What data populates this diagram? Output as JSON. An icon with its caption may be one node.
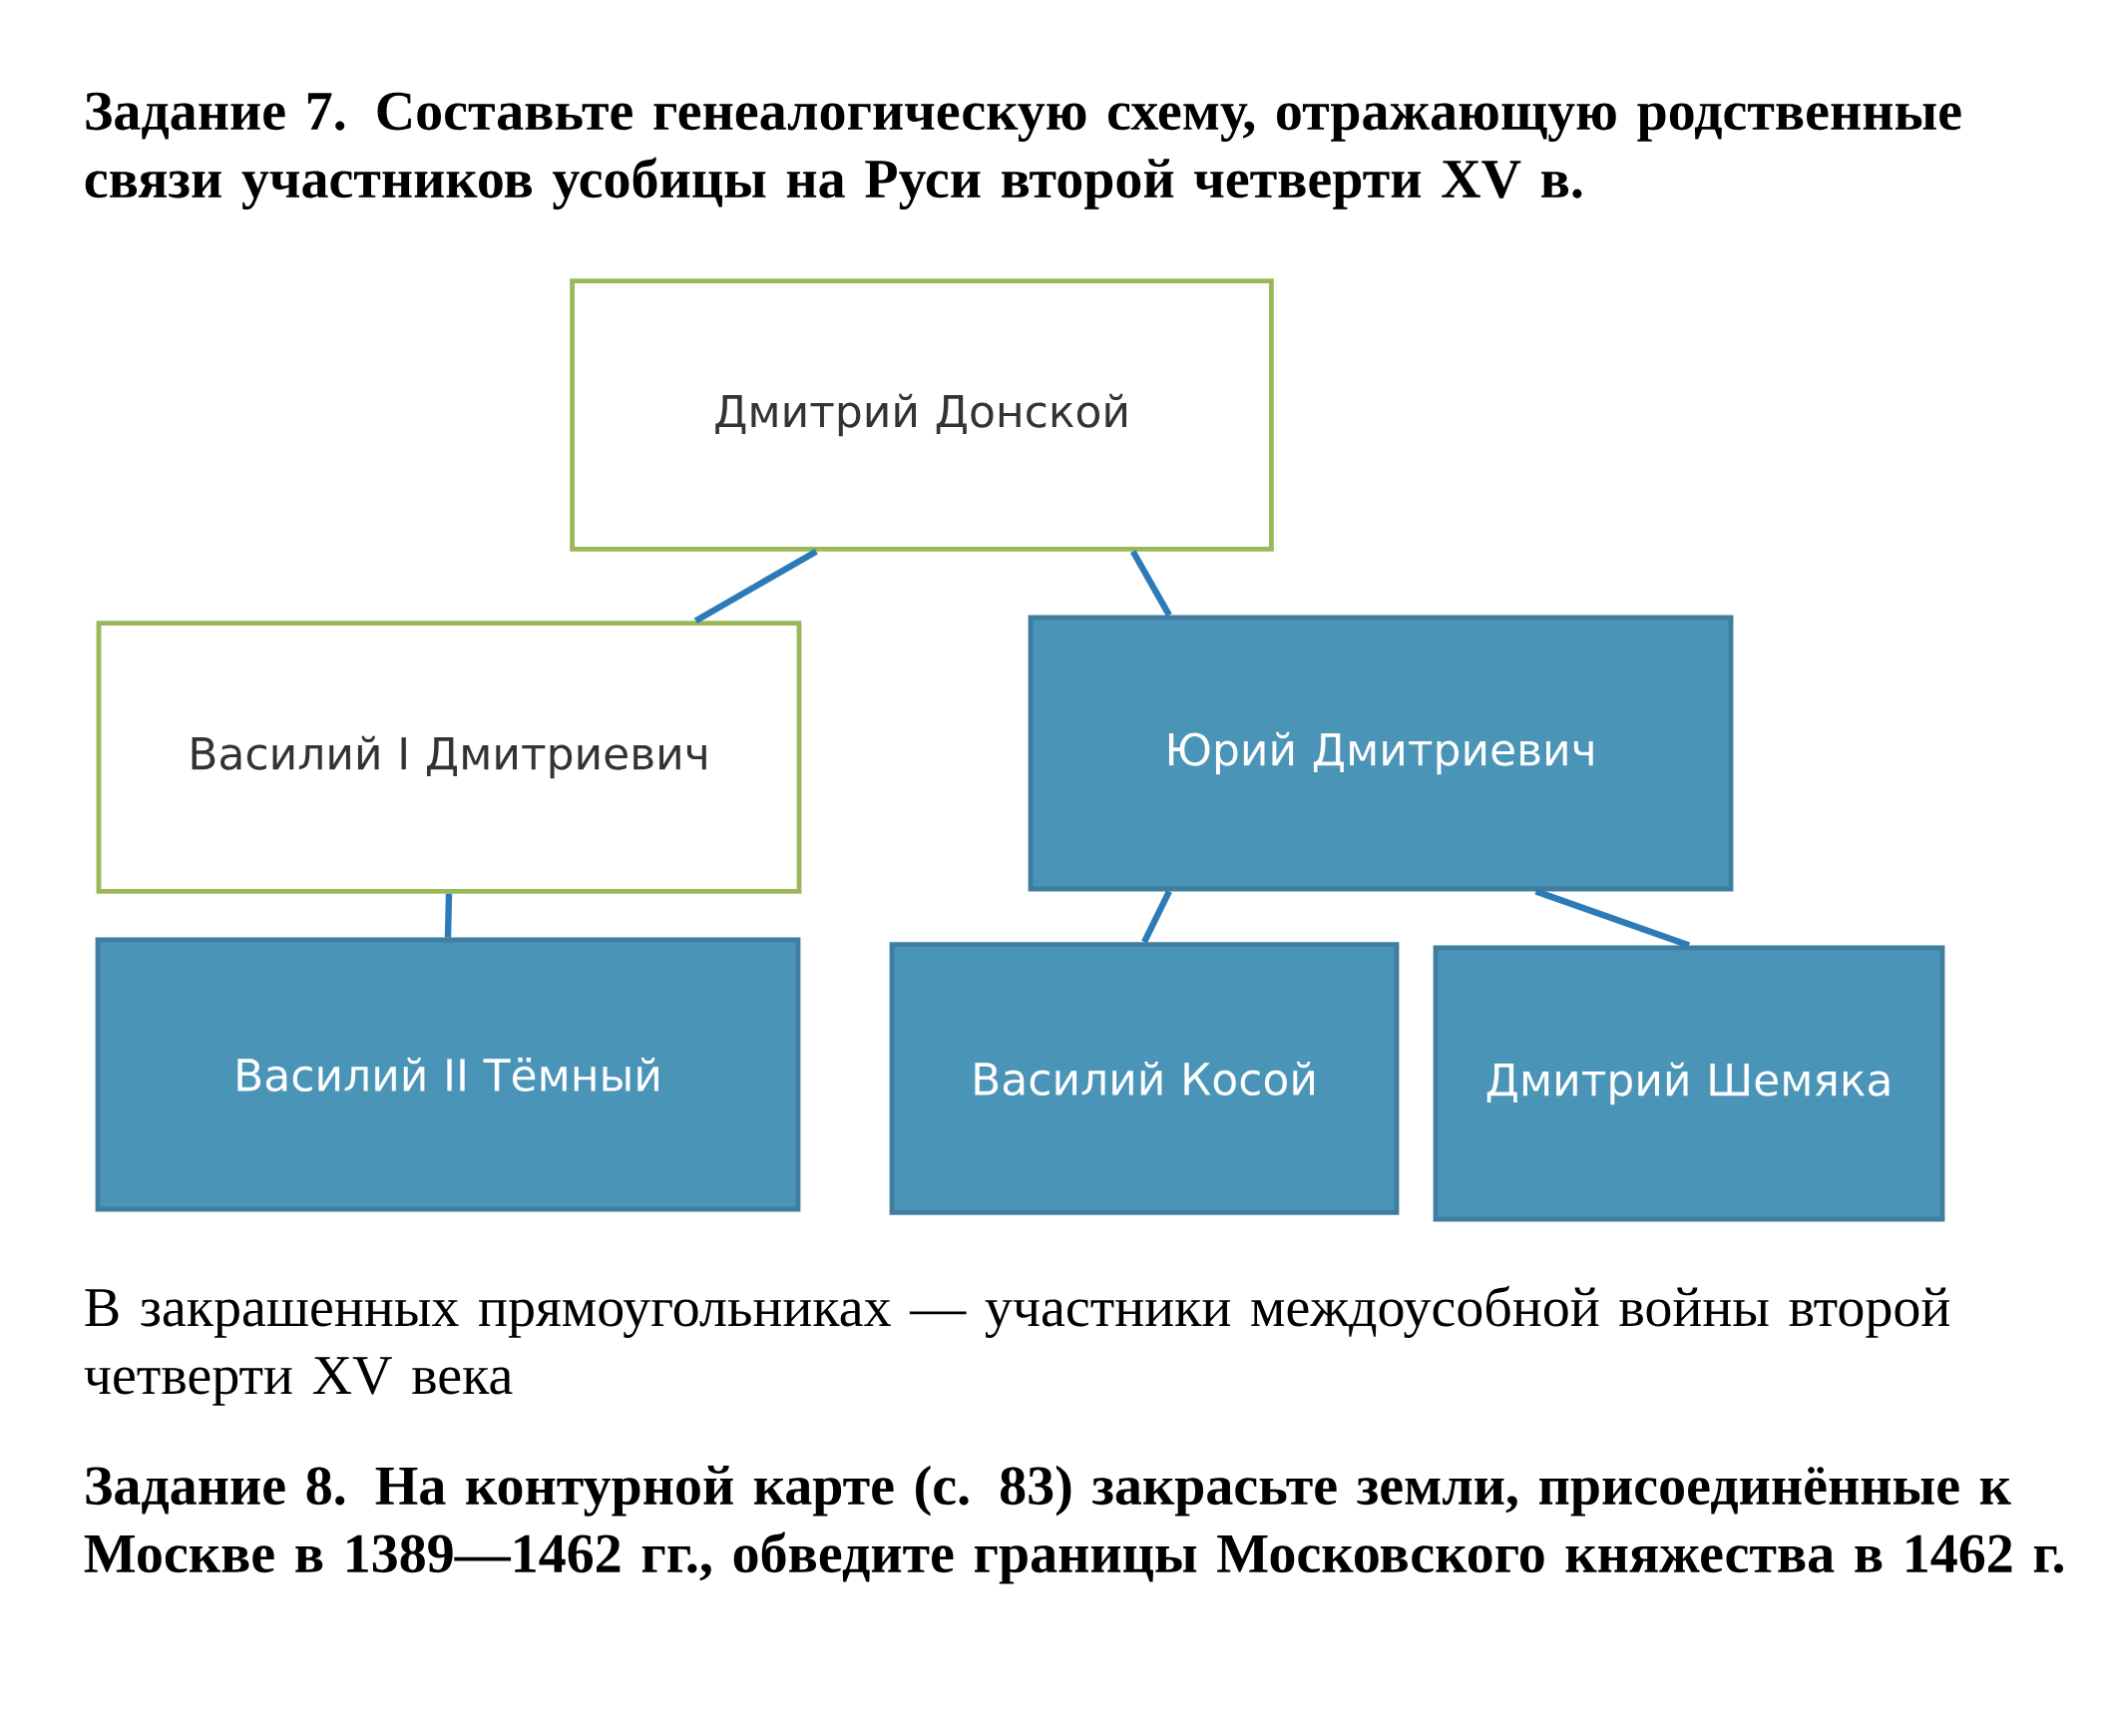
{
  "diagram": {
    "title": "Задание 7. Составьте генеалогическую схему, отражающую родственные связи участников усобицы на Руси второй четверти XV в.",
    "nodes": [
      {
        "text": [
          "Дмитрий Донской"
        ]
      },
      {
        "text": [
          "Василий I Дмитриевич"
        ]
      },
      {
        "text": [
          "Юрий Дмитриевич"
        ]
      },
      {
        "text": [
          "Василий II Тёмный"
        ]
      },
      {
        "text": [
          "Василий Косой"
        ]
      },
      {
        "text": [
          "Дмитрий Шемяка"
        ]
      }
    ],
    "edges": [
      {
        "from": 0,
        "to": 1,
        "arrow": "none"
      },
      {
        "from": 0,
        "to": 2,
        "arrow": "none"
      },
      {
        "from": 1,
        "to": 3,
        "arrow": "none"
      },
      {
        "from": 2,
        "to": 4,
        "arrow": "none"
      },
      {
        "from": 2,
        "to": 5,
        "arrow": "none"
      }
    ],
    "labels": [
      "В закрашенных прямоугольниках — участники междоусобной войны второй четверти XV века",
      "Задание 8. На контурной карте (с. 83) закрасьте земли, присоединённые к Москве в 1389—1462 гг., обведите границы Московского княжества в 1462 г."
    ]
  }
}
